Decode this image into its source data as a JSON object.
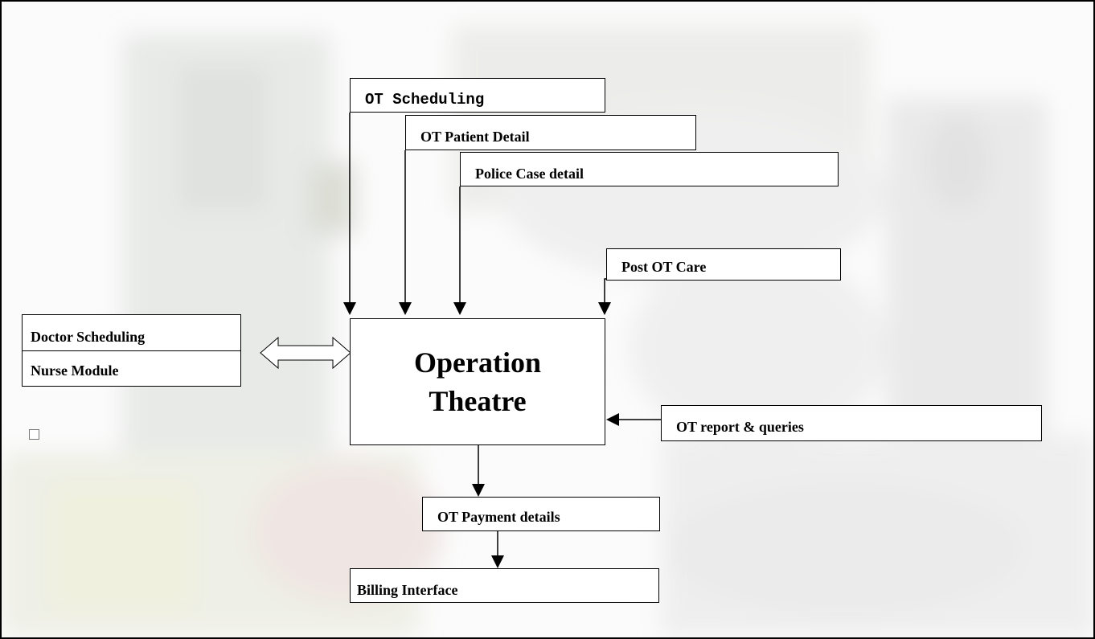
{
  "diagram": {
    "center": {
      "line1": "Operation",
      "line2": "Theatre"
    },
    "inputs_top": [
      {
        "label": "OT Scheduling"
      },
      {
        "label": "OT Patient Detail"
      },
      {
        "label": "Police Case detail"
      },
      {
        "label": "Post OT Care"
      }
    ],
    "side_module": {
      "row1": "Doctor Scheduling",
      "row2": "Nurse Module"
    },
    "report": {
      "label": "OT report & queries"
    },
    "payment": {
      "label": "OT Payment details"
    },
    "billing": {
      "label": "Billing Interface"
    }
  }
}
